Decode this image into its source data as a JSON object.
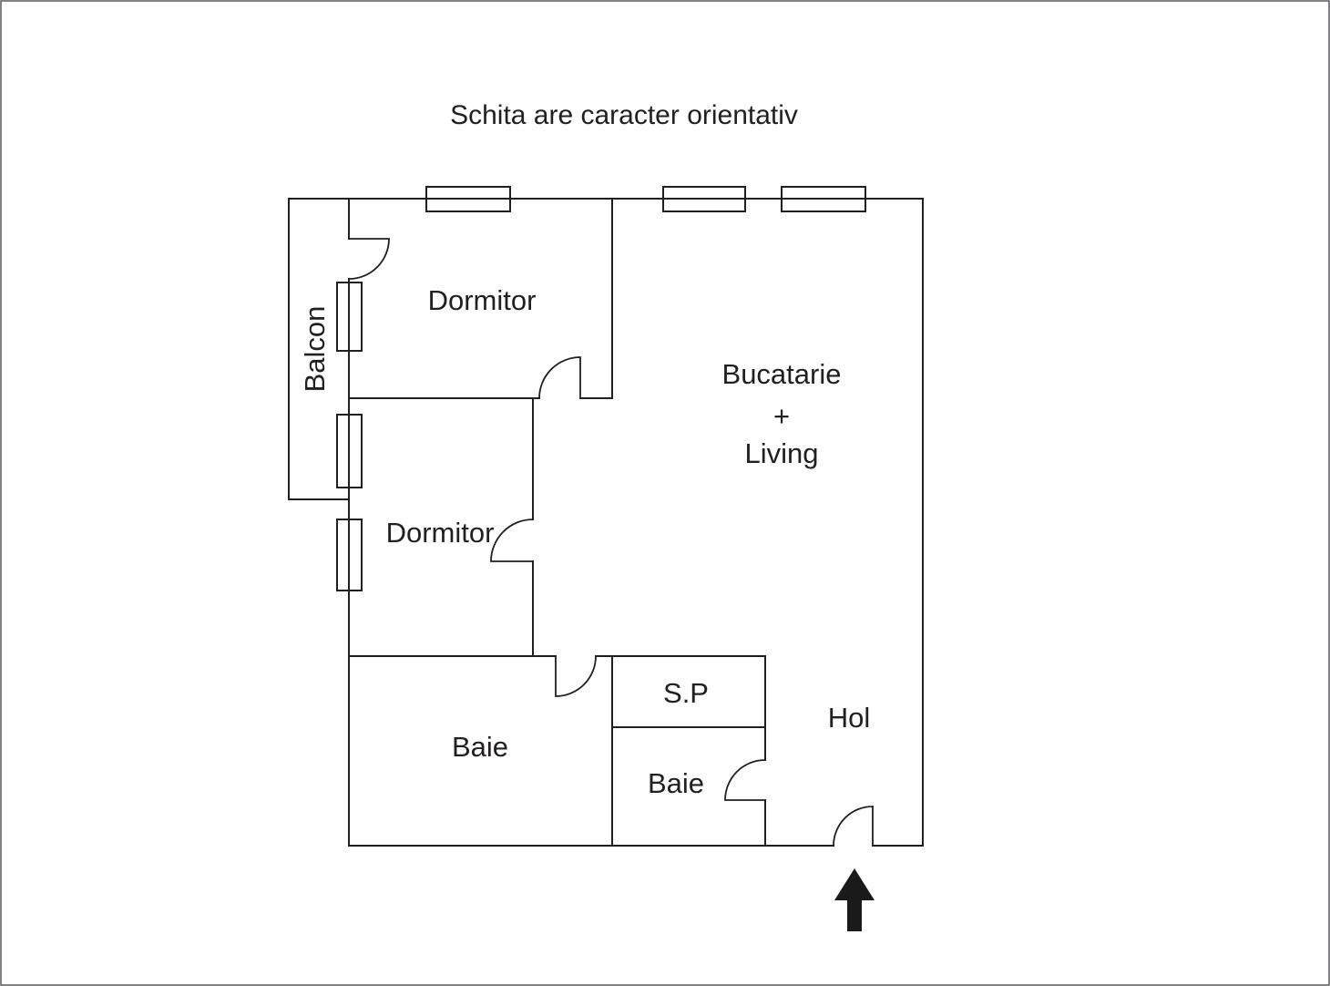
{
  "title": "Schita are caracter orientativ",
  "rooms": {
    "balcon": "Balcon",
    "dormitor_top": "Dormitor",
    "dormitor_mid": "Dormitor",
    "bucatarie": {
      "line1": "Bucatarie",
      "line2": "+",
      "line3": "Living"
    },
    "baie_left": "Baie",
    "sp": "S.P",
    "baie_right": "Baie",
    "hol": "Hol"
  },
  "colors": {
    "wall": "#231f20",
    "text": "#231f20",
    "arrow": "#1a1a1a",
    "background": "#ffffff",
    "frame": "#58595b"
  }
}
